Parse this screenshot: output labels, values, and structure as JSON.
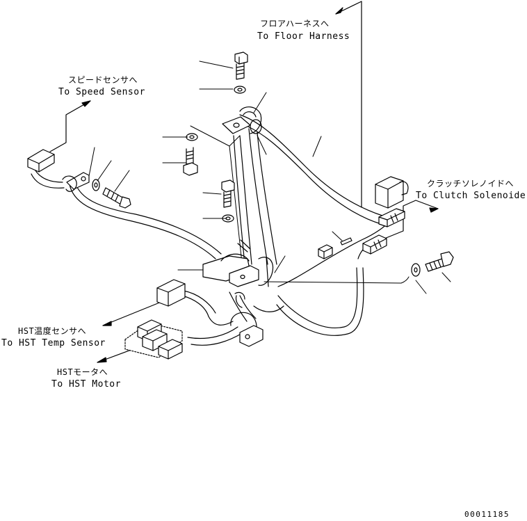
{
  "labels": {
    "floor_harness_jp": "フロアハーネスへ",
    "floor_harness_en": "To Floor Harness",
    "speed_sensor_jp": "スピードセンサへ",
    "speed_sensor_en": "To Speed Sensor",
    "clutch_solenoid_jp": "クラッチソレノイドへ",
    "clutch_solenoid_en": "To Clutch Solenoide",
    "hst_temp_jp": "HST温度センサへ",
    "hst_temp_en": "To HST Temp Sensor",
    "hst_motor_jp": "HSTモータへ",
    "hst_motor_en": "To HST Motor"
  },
  "drawing_number": "00011185",
  "colors": {
    "line": "#000000",
    "background": "#ffffff"
  }
}
